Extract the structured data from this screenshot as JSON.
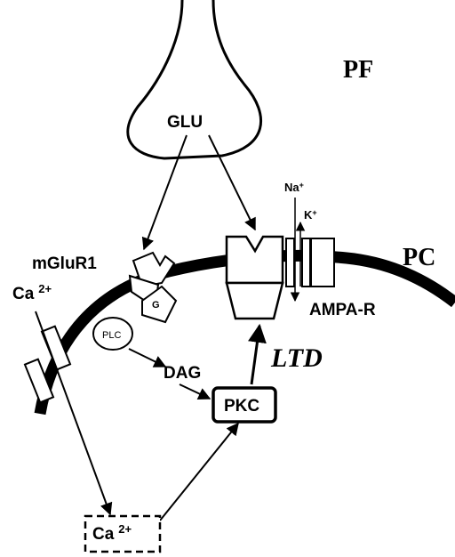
{
  "labels": {
    "pf": "PF",
    "pc": "PC",
    "glu": "GLU",
    "mglur1": "mGluR1",
    "g_protein": "G",
    "plc": "PLC",
    "dag": "DAG",
    "pkc": "PKC",
    "ltd": "LTD",
    "ampa_r": "AMPA-R",
    "na_base": "Na",
    "na_sup": "+",
    "k_base": "K",
    "k_sup": "+",
    "ca_base": "Ca",
    "ca_sup": "2+",
    "ca_intra_base": "Ca",
    "ca_intra_sup": "2+"
  }
}
